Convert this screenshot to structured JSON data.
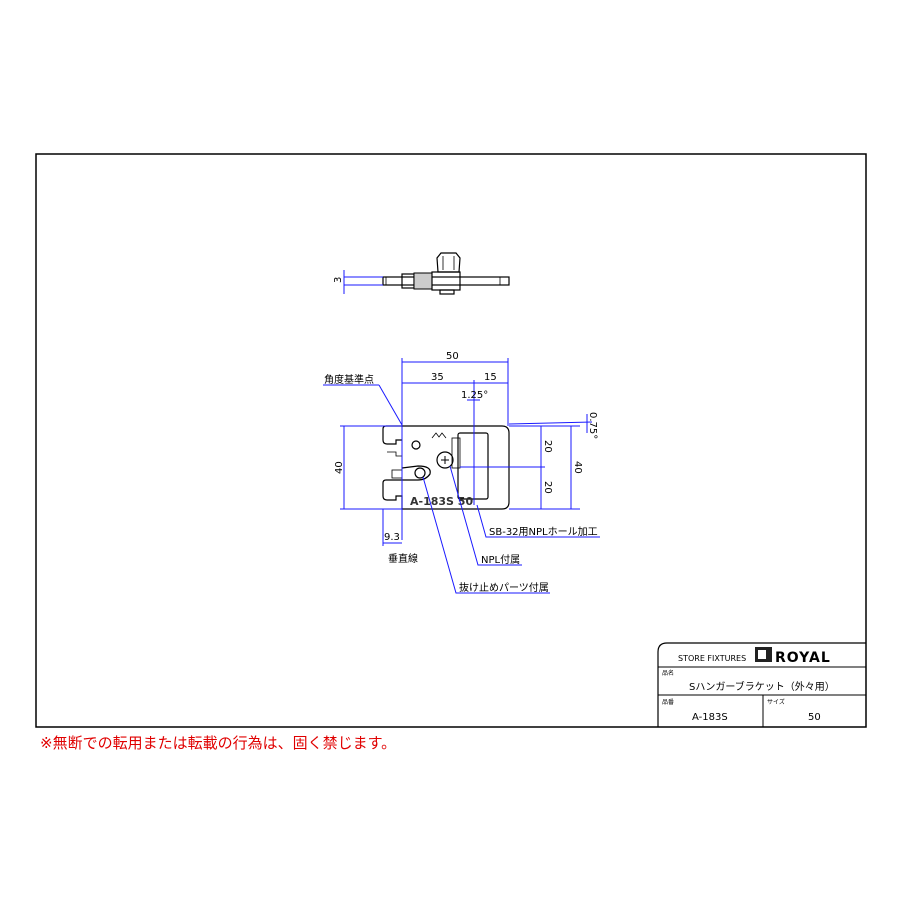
{
  "drawing": {
    "top_view": {
      "thickness_dim": "3"
    },
    "front_view": {
      "width_total": "50",
      "width_left": "35",
      "width_right": "15",
      "angle_top": "1.25°",
      "angle_right": "0.75°",
      "height_left": "40",
      "height_upper": "20",
      "height_lower": "20",
      "height_right": "40",
      "offset": "9.3",
      "engraving": "A-183S 50"
    },
    "annotations": {
      "angle_reference": "角度基準点",
      "vertical_line": "垂直線",
      "npl_hole": "SB-32用NPLホール加工",
      "npl_included": "NPL付属",
      "stopper_included": "抜け止めパーツ付属"
    }
  },
  "title_block": {
    "company_tagline": "STORE FIXTURES",
    "brand": "ROYAL",
    "product_name_label": "品名",
    "product_name": "Sハンガーブラケット（外々用）",
    "product_no_label": "品番",
    "product_no": "A-183S",
    "size_label": "サイズ",
    "size": "50"
  },
  "warning": "※無断での転用または転載の行為は、固く禁じます。",
  "colors": {
    "dimension": "#1a1aff",
    "warning": "#e00000"
  }
}
